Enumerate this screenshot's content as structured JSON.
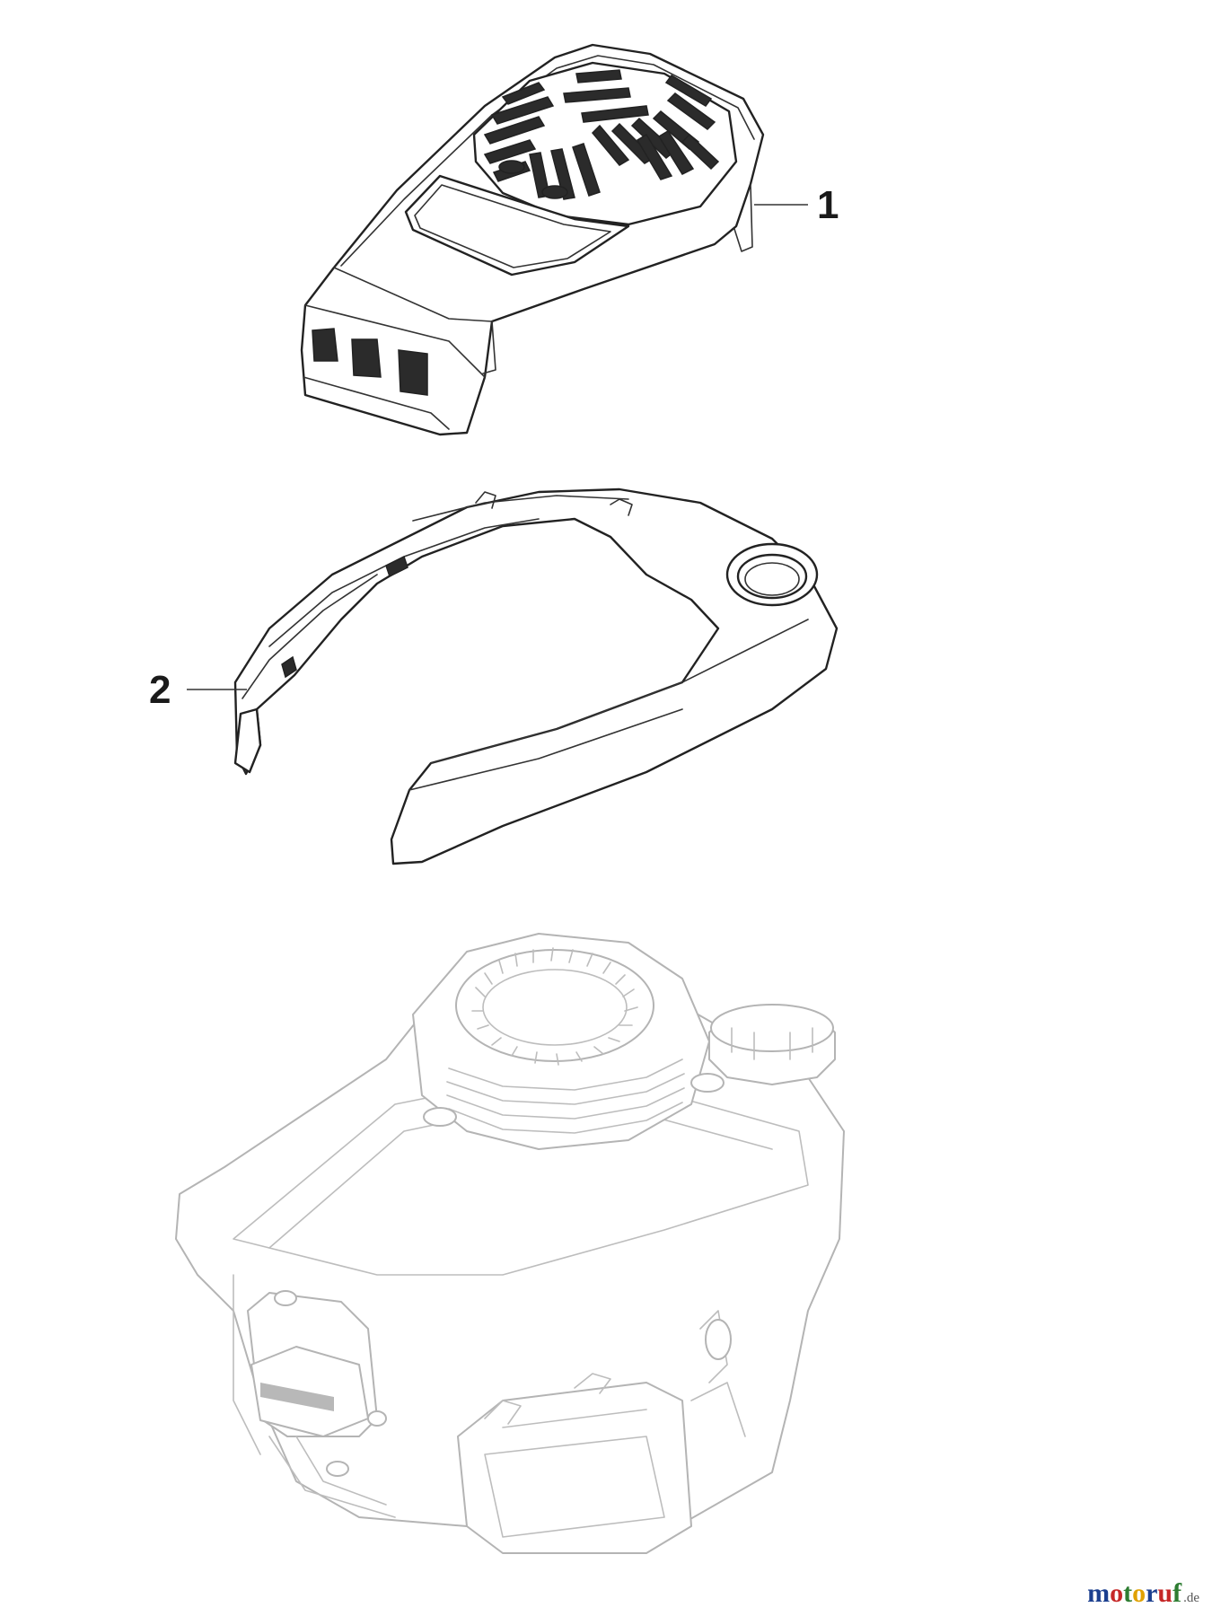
{
  "callouts": [
    {
      "id": "1"
    },
    {
      "id": "2"
    }
  ],
  "watermark": {
    "letters": [
      "m",
      "o",
      "t",
      "o",
      "r",
      "u",
      "f"
    ],
    "letter_colors": [
      "#1b3f8f",
      "#c62828",
      "#2e7d32",
      "#e0a100",
      "#1b3f8f",
      "#c62828",
      "#2e7d32"
    ],
    "suffix": ".de",
    "dot_color": "#e0a100"
  }
}
